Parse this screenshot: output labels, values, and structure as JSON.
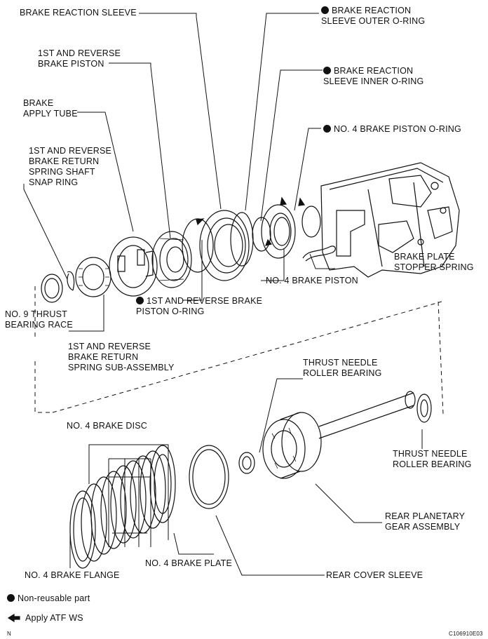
{
  "labels": {
    "brake_reaction_sleeve": "BRAKE REACTION SLEEVE",
    "brake_reaction_sleeve_outer_oring": "BRAKE REACTION\nSLEEVE OUTER O-RING",
    "first_reverse_brake_piston": "1ST AND REVERSE\nBRAKE PISTON",
    "brake_reaction_sleeve_inner_oring": "BRAKE REACTION\nSLEEVE INNER O-RING",
    "brake_apply_tube": "BRAKE\nAPPLY TUBE",
    "no4_brake_piston_oring": "NO. 4 BRAKE PISTON O-RING",
    "return_spring_shaft_snap_ring": "1ST AND REVERSE\nBRAKE RETURN\nSPRING SHAFT\nSNAP RING",
    "brake_plate_stopper_spring": "BRAKE PLATE\nSTOPPER SPRING",
    "no4_brake_piston": "NO. 4 BRAKE PISTON",
    "first_reverse_brake_piston_oring": "1ST AND REVERSE BRAKE\nPISTON O-RING",
    "no9_thrust_bearing_race": "NO. 9 THRUST\nBEARING RACE",
    "return_spring_subassembly": "1ST AND REVERSE\nBRAKE RETURN\nSPRING SUB-ASSEMBLY",
    "thrust_needle_roller_bearing_upper": "THRUST NEEDLE\nROLLER BEARING",
    "no4_brake_disc": "NO. 4 BRAKE DISC",
    "thrust_needle_roller_bearing_right": "THRUST NEEDLE\nROLLER BEARING",
    "rear_planetary_gear_assembly": "REAR PLANETARY\nGEAR ASSEMBLY",
    "no4_brake_plate": "NO. 4 BRAKE PLATE",
    "no4_brake_flange": "NO. 4 BRAKE FLANGE",
    "rear_cover_sleeve": "REAR COVER SLEEVE"
  },
  "legend": {
    "non_reusable": "Non-reusable part",
    "apply_atf": "Apply ATF WS"
  },
  "footer": {
    "corner_letter": "N",
    "figure_code": "C106910E03"
  }
}
